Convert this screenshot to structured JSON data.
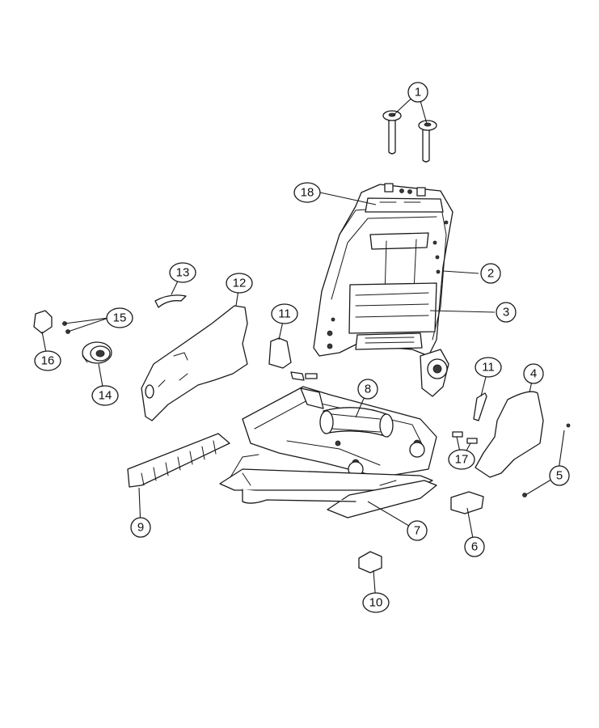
{
  "callouts": {
    "c1": "1",
    "c2": "2",
    "c3": "3",
    "c4": "4",
    "c5": "5",
    "c6": "6",
    "c7": "7",
    "c8": "8",
    "c9": "9",
    "c10": "10",
    "c11a": "11",
    "c11b": "11",
    "c12": "12",
    "c13": "13",
    "c14": "14",
    "c15": "15",
    "c16": "16",
    "c17": "17",
    "c18": "18"
  },
  "colors": {
    "line": "#1a1a1a",
    "background": "#ffffff"
  }
}
